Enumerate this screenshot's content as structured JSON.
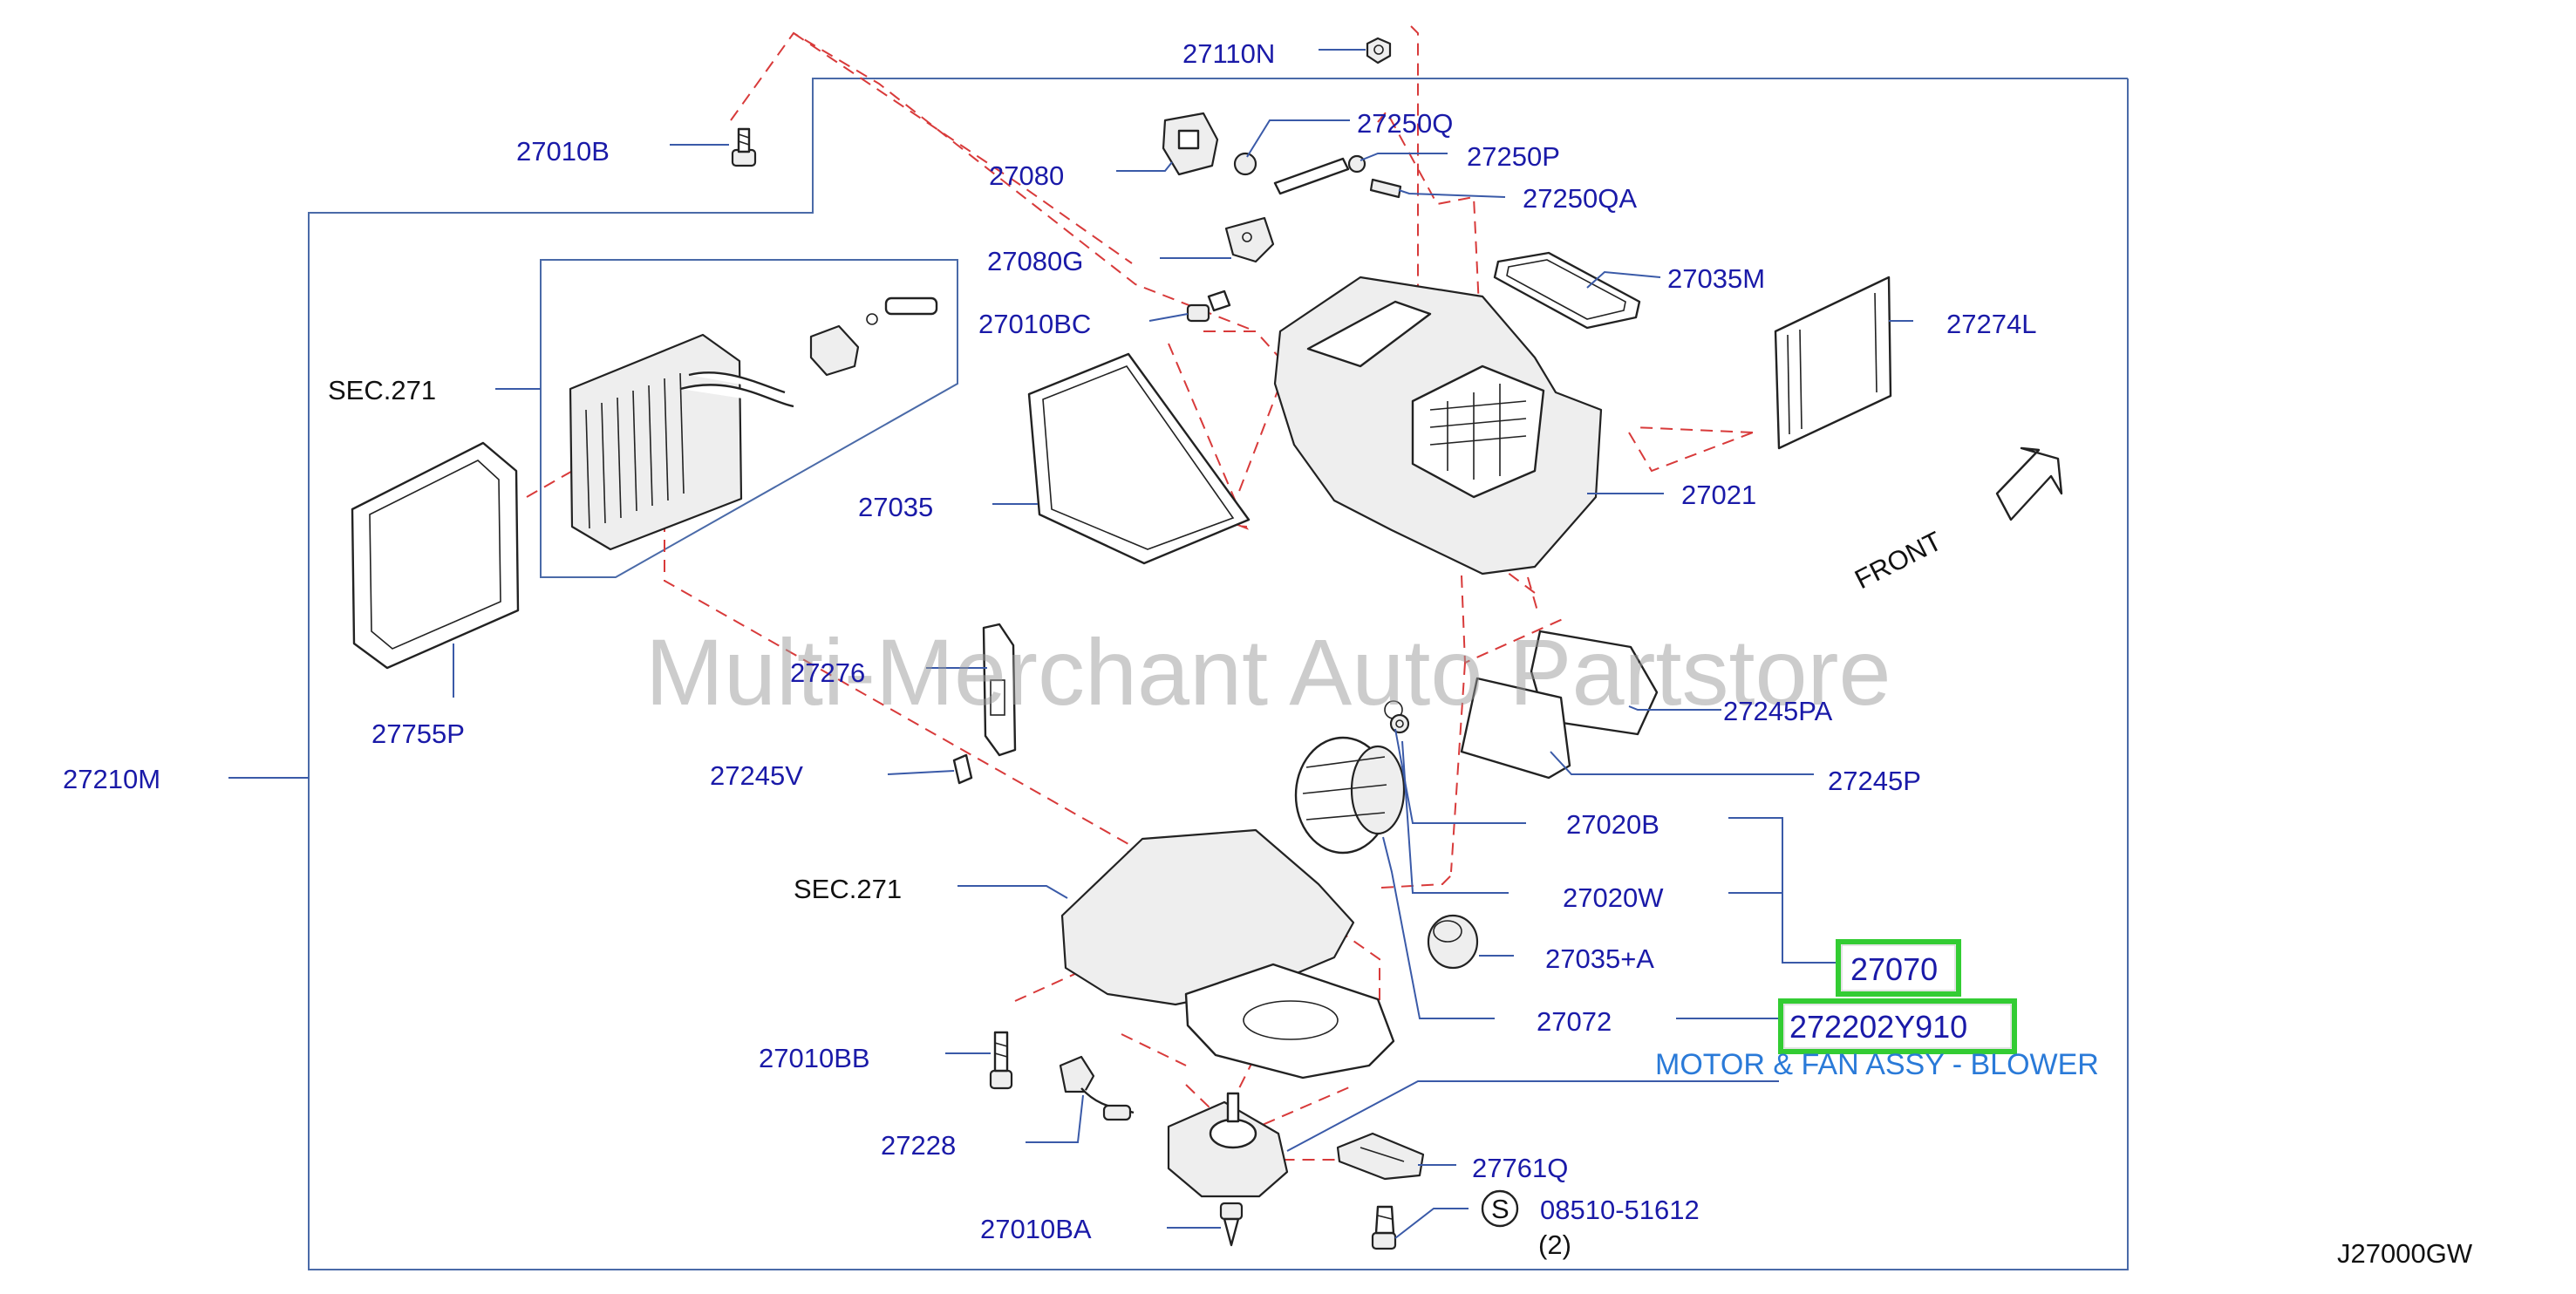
{
  "labels": {
    "p27110N": "27110N",
    "p27010B": "27010B",
    "p27250Q": "27250Q",
    "p27080": "27080",
    "p27250P": "27250P",
    "p27250QA": "27250QA",
    "p27080G": "27080G",
    "p27035M": "27035M",
    "p27010BC": "27010BC",
    "p27274L": "27274L",
    "sec271_top": "SEC.271",
    "p27035": "27035",
    "p27021": "27021",
    "front": "FRONT",
    "p27276": "27276",
    "p27755P": "27755P",
    "p27245PA": "27245PA",
    "p27210M": "27210M",
    "p27245V": "27245V",
    "p27245P": "27245P",
    "p27020B": "27020B",
    "sec271_bottom": "SEC.271",
    "p27020W": "27020W",
    "p27035A": "27035+A",
    "p27070": "27070",
    "p27072": "27072",
    "p272202Y910": "272202Y910",
    "p27010BB": "27010BB",
    "caption_blower": "MOTOR & FAN ASSY - BLOWER",
    "p27228": "27228",
    "p27761Q": "27761Q",
    "screw_symbol": "S",
    "p0851051612": "08510-51612",
    "qty2": "(2)",
    "p27010BA": "27010BA",
    "diagram_code": "J27000GW"
  },
  "watermark": "Multi-Merchant Auto Partstore",
  "colors": {
    "label_blue": "#1a1aa8",
    "caption_blue": "#2a7ad8",
    "leader": "#3a5aa8",
    "dashed_red": "#d83a3a",
    "highlight_green": "#33cc33",
    "watermark_gray": "#9a9a9a"
  }
}
